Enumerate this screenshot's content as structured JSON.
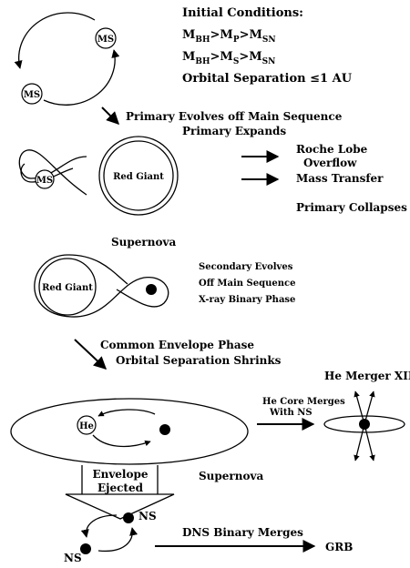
{
  "conditions": {
    "title": "Initial Conditions:",
    "line1": {
      "a": "M",
      "a_sub": "BH",
      "b": "M",
      "b_sub": "P",
      "c": "M",
      "c_sub": "SN"
    },
    "line2": {
      "a": "M",
      "a_sub": "BH",
      "b": "M",
      "b_sub": "S",
      "c": "M",
      "c_sub": "SN"
    },
    "sep_label": "Orbital Separation",
    "sep_symbol": "≤",
    "sep_value": "1 AU",
    "gt": ">"
  },
  "stage1": {
    "ms_label": "MS"
  },
  "stage2": {
    "step_line1": "Primary Evolves off Main Sequence",
    "step_line2": "Primary Expands",
    "giant_label": "Red Giant",
    "ms_label": "MS",
    "roche_line1": "Roche Lobe",
    "roche_line2": "Overflow",
    "mass_transfer": "Mass Transfer",
    "collapse": "Primary Collapses"
  },
  "stage3": {
    "supernova": "Supernova",
    "giant_label": "Red Giant",
    "note1": "Secondary Evolves",
    "note2": "Off Main Sequence",
    "note3": "X-ray Binary Phase"
  },
  "stage4": {
    "step_line1": "Common Envelope Phase",
    "step_line2": "Orbital Separation Shrinks",
    "he_label": "He",
    "he_merger": "He Merger XIII",
    "merge_line1": "He Core Merges",
    "merge_line2": "With NS"
  },
  "stage5": {
    "envelope_line1": "Envelope",
    "envelope_line2": "Ejected",
    "supernova": "Supernova",
    "ns_top": "NS",
    "ns_bottom": "NS",
    "dns_merges": "DNS Binary Merges",
    "grb": "GRB"
  }
}
